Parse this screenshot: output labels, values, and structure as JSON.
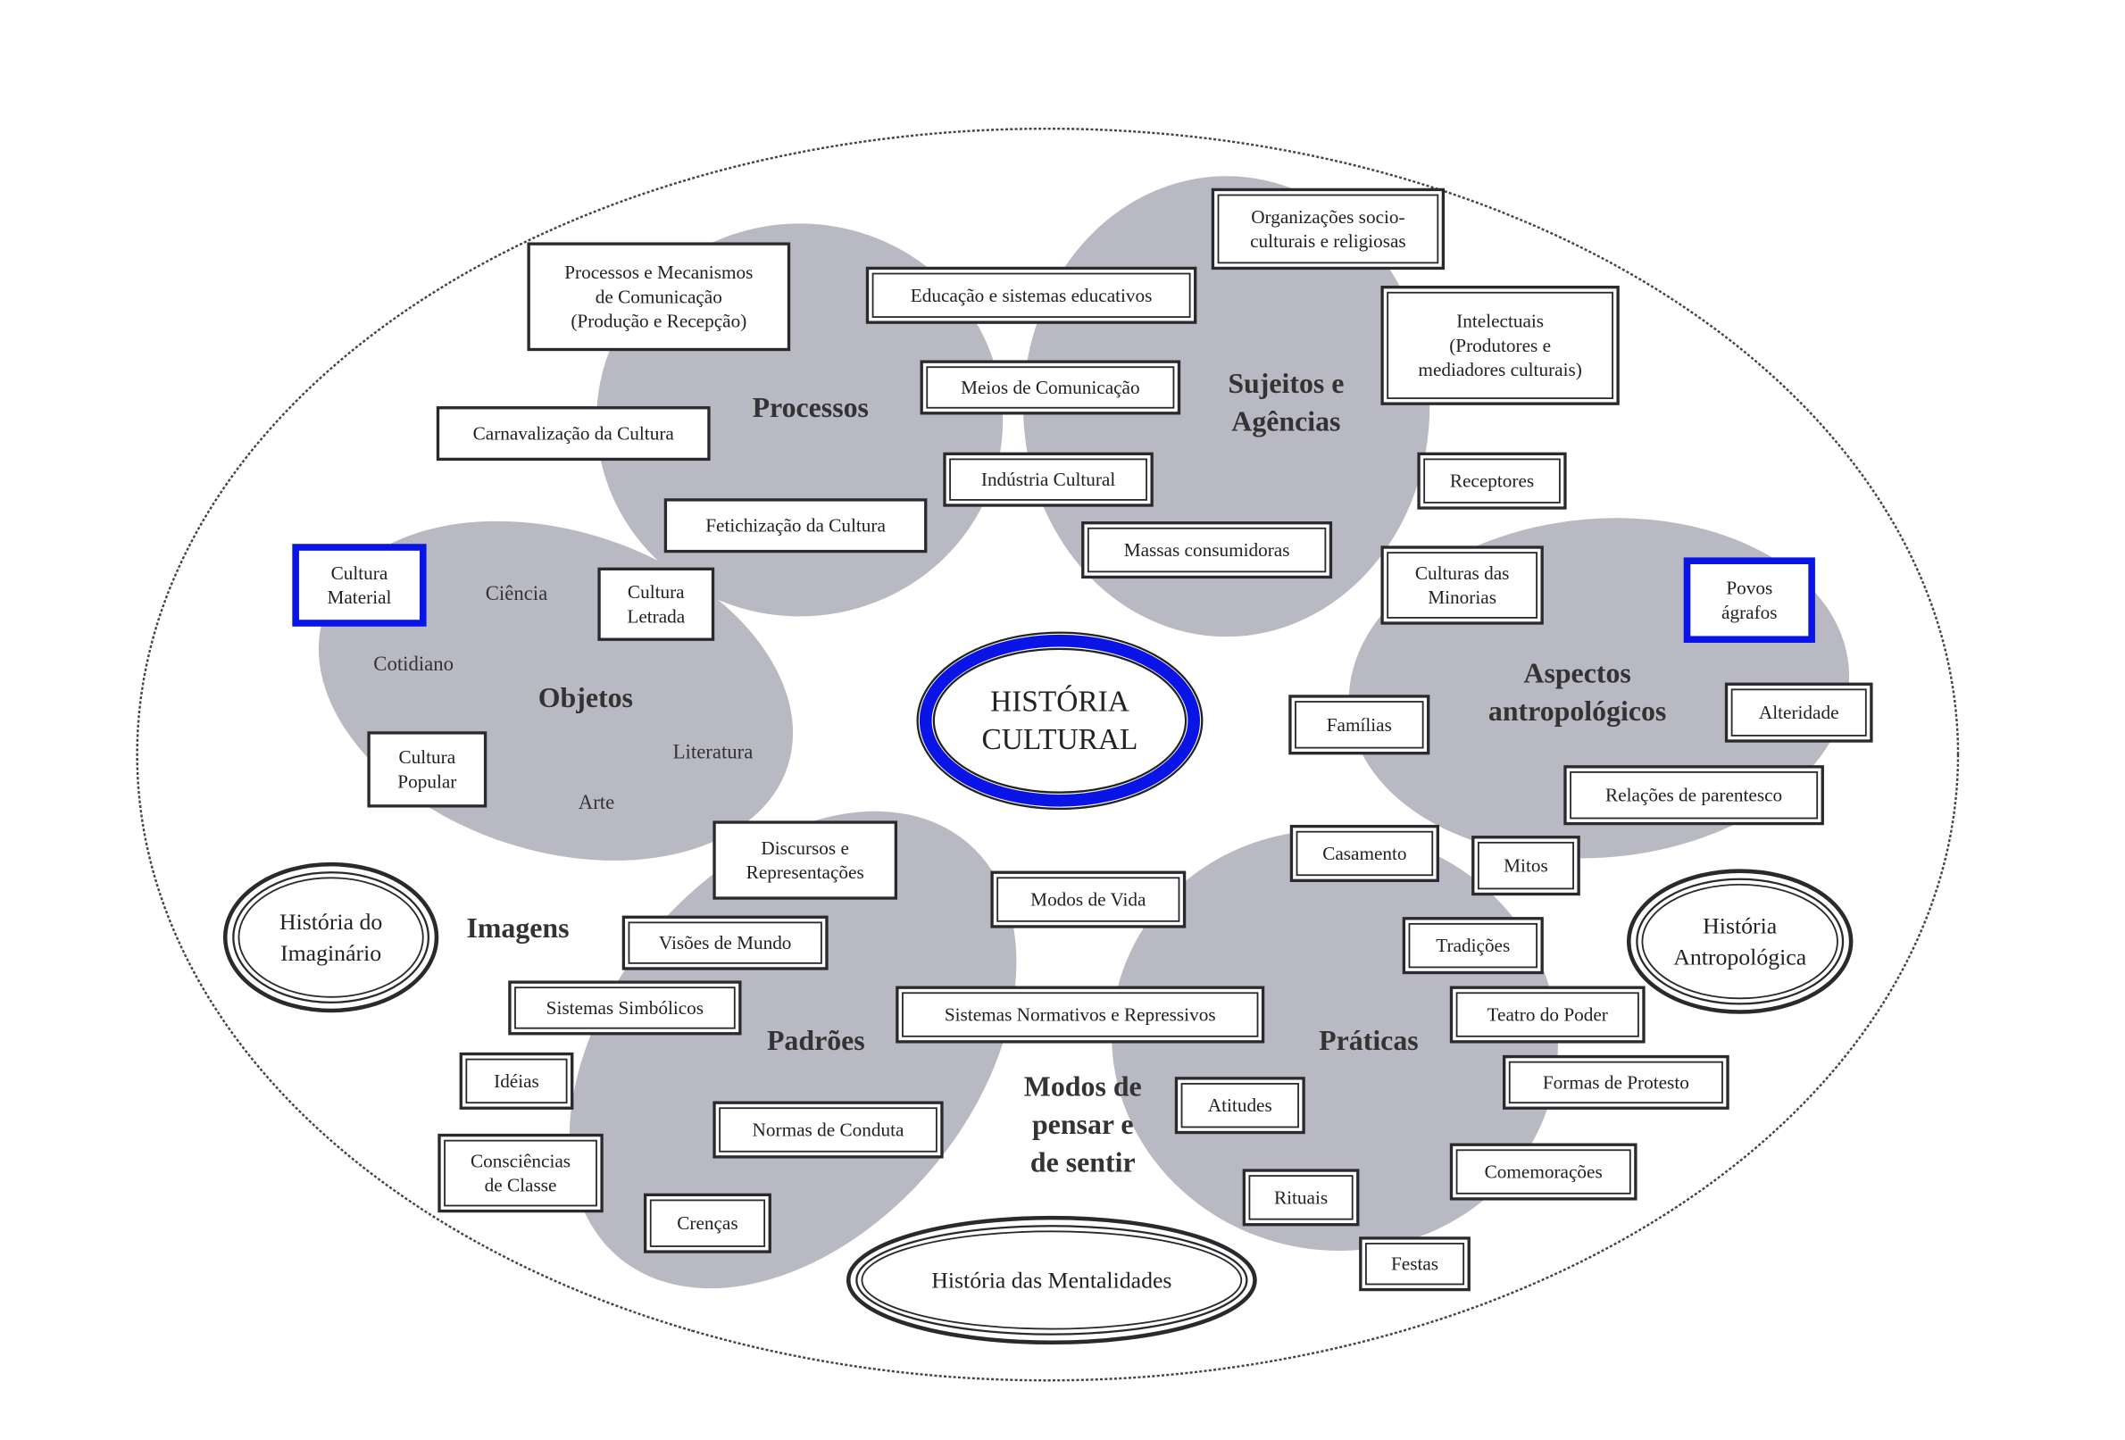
{
  "center": {
    "lines": [
      "HISTÓRIA",
      "CULTURAL"
    ]
  },
  "colors": {
    "accent_blue": "#0a14e6",
    "blob_gray": "#b9b9c3",
    "border": "#2a2a2e"
  },
  "histories": [
    {
      "id": "imaginario",
      "lines": [
        "História do",
        "Imaginário"
      ]
    },
    {
      "id": "antropologica",
      "lines": [
        "História",
        "Antropológica"
      ]
    },
    {
      "id": "mentalidades",
      "lines": [
        "História das Mentalidades"
      ]
    }
  ],
  "categories": [
    {
      "id": "processos",
      "lines": [
        "Processos"
      ]
    },
    {
      "id": "sujeitos",
      "lines": [
        "Sujeitos e",
        "Agências"
      ]
    },
    {
      "id": "objetos",
      "lines": [
        "Objetos"
      ]
    },
    {
      "id": "aspectos",
      "lines": [
        "Aspectos",
        "antropológicos"
      ]
    },
    {
      "id": "imagens",
      "lines": [
        "Imagens"
      ]
    },
    {
      "id": "padroes",
      "lines": [
        "Padrões"
      ]
    },
    {
      "id": "praticas",
      "lines": [
        "Práticas"
      ]
    },
    {
      "id": "modos",
      "lines": [
        "Modos de",
        "pensar e",
        "de sentir"
      ]
    }
  ],
  "plain_terms": [
    {
      "id": "ciencia",
      "text": "Ciência"
    },
    {
      "id": "cotidiano",
      "text": "Cotidiano"
    },
    {
      "id": "literatura",
      "text": "Literatura"
    },
    {
      "id": "arte",
      "text": "Arte"
    }
  ],
  "boxes": [
    {
      "id": "proc-mec",
      "lines": [
        "Processos e Mecanismos",
        "de Comunicação",
        "(Produção e Recepção)"
      ]
    },
    {
      "id": "educacao",
      "lines": [
        "Educação e sistemas educativos"
      ]
    },
    {
      "id": "organizacoes",
      "lines": [
        "Organizações socio-",
        "culturais e religiosas"
      ]
    },
    {
      "id": "intelectuais",
      "lines": [
        "Intelectuais",
        "(Produtores e",
        "mediadores culturais)"
      ]
    },
    {
      "id": "meios",
      "lines": [
        "Meios de Comunicação"
      ]
    },
    {
      "id": "carnavalizacao",
      "lines": [
        "Carnavalização da Cultura"
      ]
    },
    {
      "id": "industria",
      "lines": [
        "Indústria Cultural"
      ]
    },
    {
      "id": "receptores",
      "lines": [
        "Receptores"
      ]
    },
    {
      "id": "fetichizacao",
      "lines": [
        "Fetichização da Cultura"
      ]
    },
    {
      "id": "massas",
      "lines": [
        "Massas consumidoras"
      ]
    },
    {
      "id": "cultura-material",
      "lines": [
        "Cultura",
        "Material"
      ],
      "highlighted": true
    },
    {
      "id": "cultura-letrada",
      "lines": [
        "Cultura",
        "Letrada"
      ]
    },
    {
      "id": "culturas-minorias",
      "lines": [
        "Culturas das",
        "Minorias"
      ]
    },
    {
      "id": "povos-agrafos",
      "lines": [
        "Povos",
        "ágrafos"
      ],
      "highlighted": true
    },
    {
      "id": "cultura-popular",
      "lines": [
        "Cultura",
        "Popular"
      ]
    },
    {
      "id": "familias",
      "lines": [
        "Famílias"
      ]
    },
    {
      "id": "alteridade",
      "lines": [
        "Alteridade"
      ]
    },
    {
      "id": "parentesco",
      "lines": [
        "Relações de parentesco"
      ]
    },
    {
      "id": "discursos",
      "lines": [
        "Discursos e",
        "Representações"
      ]
    },
    {
      "id": "casamento",
      "lines": [
        "Casamento"
      ]
    },
    {
      "id": "mitos",
      "lines": [
        "Mitos"
      ]
    },
    {
      "id": "modos-vida",
      "lines": [
        "Modos de Vida"
      ]
    },
    {
      "id": "visoes",
      "lines": [
        "Visões de Mundo"
      ]
    },
    {
      "id": "tradicoes",
      "lines": [
        "Tradições"
      ]
    },
    {
      "id": "simbolicos",
      "lines": [
        "Sistemas Simbólicos"
      ]
    },
    {
      "id": "normativos",
      "lines": [
        "Sistemas Normativos e Repressivos"
      ]
    },
    {
      "id": "teatro",
      "lines": [
        "Teatro do Poder"
      ]
    },
    {
      "id": "ideias",
      "lines": [
        "Idéias"
      ]
    },
    {
      "id": "protesto",
      "lines": [
        "Formas de Protesto"
      ]
    },
    {
      "id": "atitudes",
      "lines": [
        "Atitudes"
      ]
    },
    {
      "id": "normas",
      "lines": [
        "Normas de Conduta"
      ]
    },
    {
      "id": "consciencias",
      "lines": [
        "Consciências",
        "de Classe"
      ]
    },
    {
      "id": "comemoracoes",
      "lines": [
        "Comemorações"
      ]
    },
    {
      "id": "rituais",
      "lines": [
        "Rituais"
      ]
    },
    {
      "id": "crencas",
      "lines": [
        "Crenças"
      ]
    },
    {
      "id": "festas",
      "lines": [
        "Festas"
      ]
    }
  ]
}
